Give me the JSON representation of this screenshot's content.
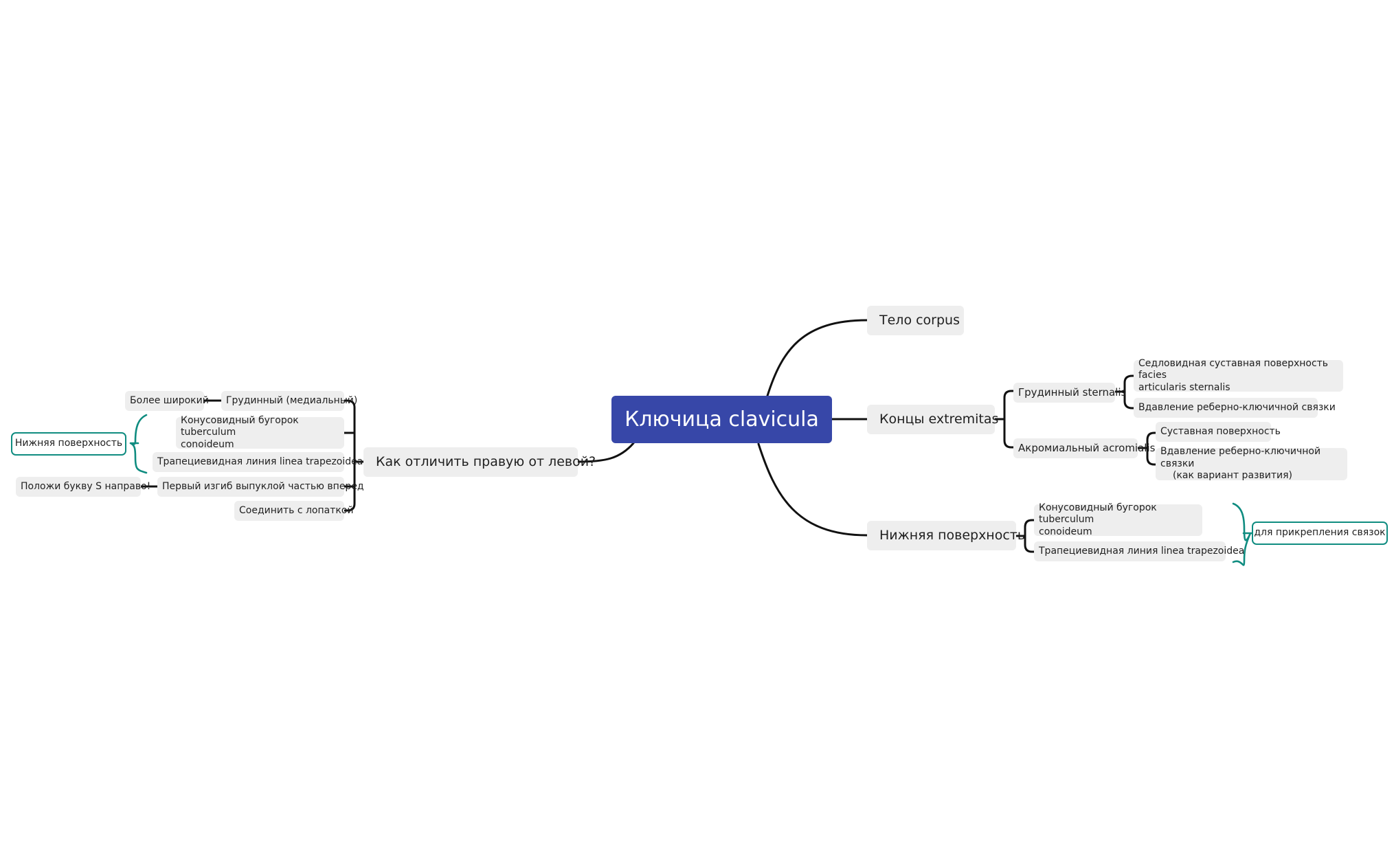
{
  "central": "Ключица clavicula",
  "right": {
    "body": "Тело corpus",
    "ends": {
      "label": "Концы extremitas",
      "sternal": {
        "label": "Грудинный sternalis",
        "facies_line1": "Седловидная суставная поверхность facies",
        "facies_line2": "articularis sternalis",
        "impression": "Вдавление реберно-ключичной связки"
      },
      "acromial": {
        "label": "Акромиальный acromialis",
        "surface": "Суставная поверхность",
        "impression_line1": "Вдавление реберно-ключичной связки",
        "impression_line2": "(как вариант развития)"
      }
    },
    "inferior": {
      "label": "Нижняя поверхность",
      "tubercle_line1": "Конусовидный бугорок tuberculum",
      "tubercle_line2": "conoideum",
      "trapezoid": "Трапециевидная линия linea trapezoidea",
      "summary": "для прикрепления связок"
    }
  },
  "left": {
    "question": "Как отличить правую от левой?",
    "sternal_end": "Грудинный (медиальный)",
    "wider": "Более широкий",
    "tubercle_line1": "Конусовидный бугорок tuberculum",
    "tubercle_line2": "conoideum",
    "trapezoid": "Трапециевидная линия linea trapezoidea",
    "inferior_summary": "Нижняя поверхность",
    "first_bend": "Первый изгиб выпуклой частью вперед",
    "letter_s": "Положи букву S направо!",
    "scapula": "Соединить с лопаткой"
  }
}
